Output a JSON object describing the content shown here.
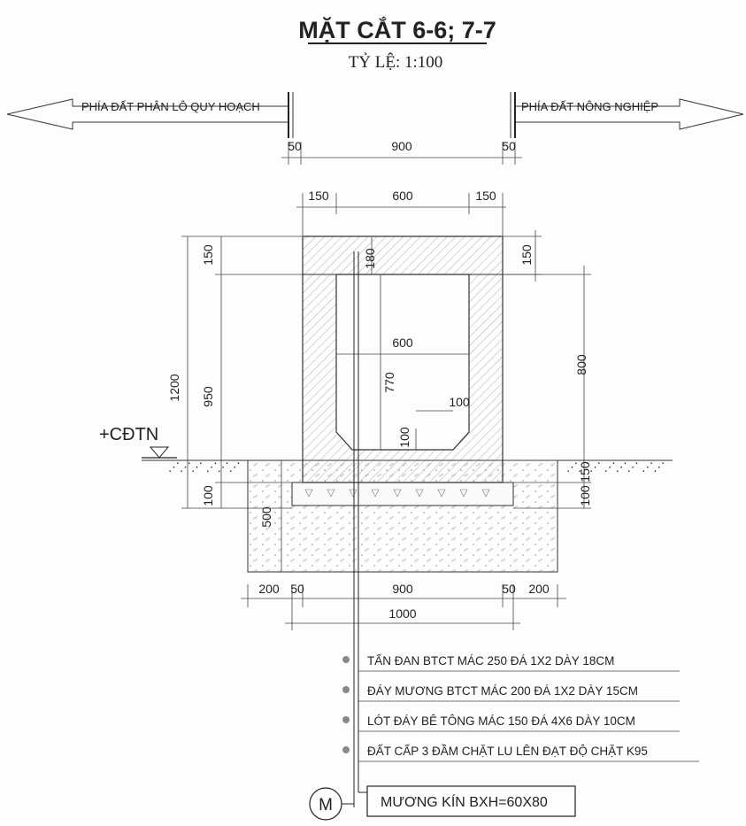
{
  "title": "MẶT CẮT 6-6; 7-7",
  "scale": "TỶ LỆ: 1:100",
  "left_side_label": "PHÍA ĐẤT PHÂN LÔ QUY HOẠCH",
  "right_side_label": "PHÍA ĐẤT NÔNG NGHIỆP",
  "ground_label": "+CĐTN",
  "dimensions": {
    "top_total": [
      "50",
      "900",
      "50"
    ],
    "top_wall": [
      "150",
      "600",
      "150"
    ],
    "left_total_height": "1200",
    "left_cover": "150",
    "left_wall": "950",
    "left_lining": "100",
    "left_base": "500",
    "cover_inner": "180",
    "inner_width": "600",
    "inner_height": "770",
    "fillet_w": "100",
    "fillet_h": "100",
    "right_cover": "150",
    "right_height": "800",
    "right_slab": "150",
    "right_lining": "100",
    "bottom_row": [
      "200",
      "50",
      "900",
      "50",
      "200"
    ],
    "bottom_total": "1000"
  },
  "notes": [
    "TẤN ĐAN BTCT MÁC 250 ĐÁ 1X2 DÀY 18CM",
    "ĐÁY MƯƠNG BTCT MÁC 200 ĐÁ 1X2 DÀY 15CM",
    "LÓT ĐÁY BÊ TÔNG MÁC 150 ĐÁ 4X6 DÀY 10CM",
    "ĐẤT CẤP 3 ĐẦM CHẶT LU LÊN ĐẠT ĐỘ CHẶT K95"
  ],
  "marker": "M",
  "marker_label": "MƯƠNG KÍN BXH=60X80"
}
